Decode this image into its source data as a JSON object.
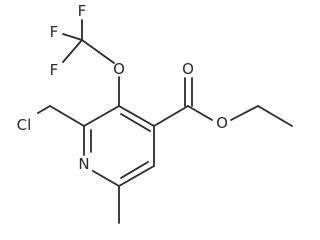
{
  "molecule": {
    "atom_color": "#2a2a2a",
    "atoms": {
      "f_top": "F",
      "f_left_upper": "F",
      "f_left_lower": "F",
      "o_ether": "O",
      "o_carbonyl": "O",
      "o_ester": "O",
      "cl": "Cl",
      "n_ring": "N"
    }
  }
}
